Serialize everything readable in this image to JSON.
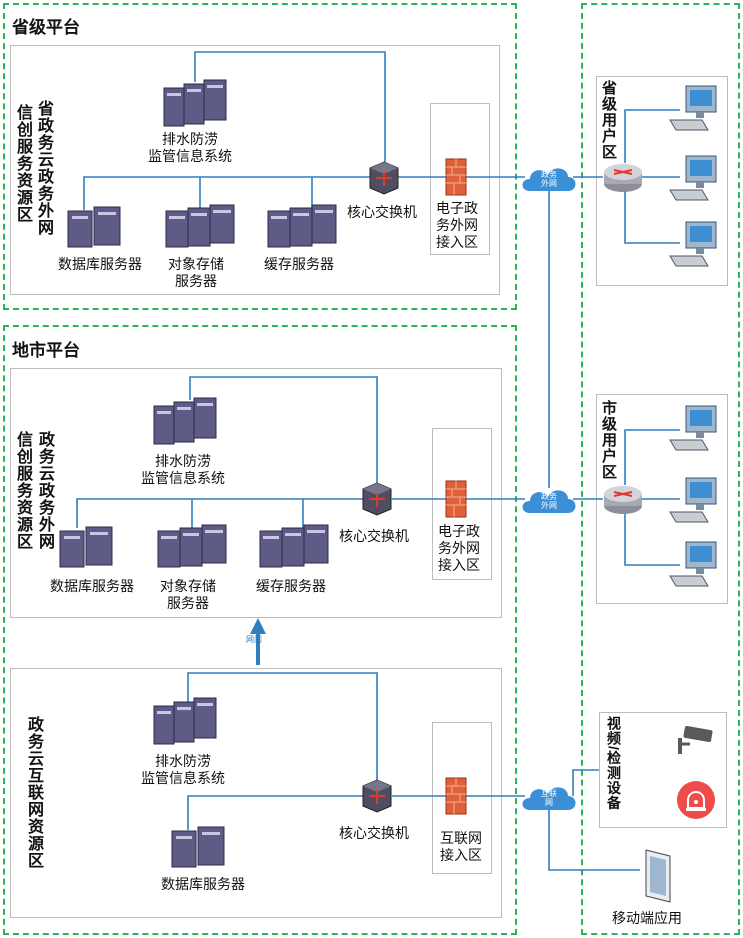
{
  "regions": {
    "province": {
      "title": "省级平台"
    },
    "city": {
      "title": "地市平台"
    }
  },
  "province_platform": {
    "side_label_1": "信创服务资源区",
    "side_label_2": "省政务云政务外网",
    "drainage_system": "排水防涝\n监管信息系统",
    "db_server": "数据库服务器",
    "object_storage": "对象存储\n服务器",
    "cache_server": "缓存服务器",
    "core_switch": "核心交换机",
    "access_zone": "电子政\n务外网\n接入区"
  },
  "city_platform": {
    "side_label_1": "信创服务资源区",
    "side_label_2": "政务云政务外网",
    "drainage_system": "排水防涝\n监管信息系统",
    "db_server": "数据库服务器",
    "object_storage": "对象存储\n服务器",
    "cache_server": "缓存服务器",
    "core_switch": "核心交换机",
    "access_zone": "电子政\n务外网\n接入区",
    "gateway": "网闸"
  },
  "internet_zone": {
    "side_label": "政务云互联网资源区",
    "drainage_system": "排水防涝\n监管信息系统",
    "db_server": "数据库服务器",
    "core_switch": "核心交换机",
    "access_zone": "互联网\n接入区"
  },
  "clouds": {
    "gov_net_1": "政务\n外网",
    "gov_net_2": "政务\n外网",
    "internet": "互联\n网"
  },
  "users": {
    "province_users": "省级用户区",
    "city_users": "市级用户区",
    "video_devices": "视频/检测设备",
    "mobile_app": "移动端应用"
  },
  "colors": {
    "region_border": "#2db35a",
    "wire": "#2f7fbf",
    "cloud": "#3a8fd6",
    "firewall": "#e0603a",
    "server": "#5e5b86",
    "alarm": "#ef4b4b"
  }
}
